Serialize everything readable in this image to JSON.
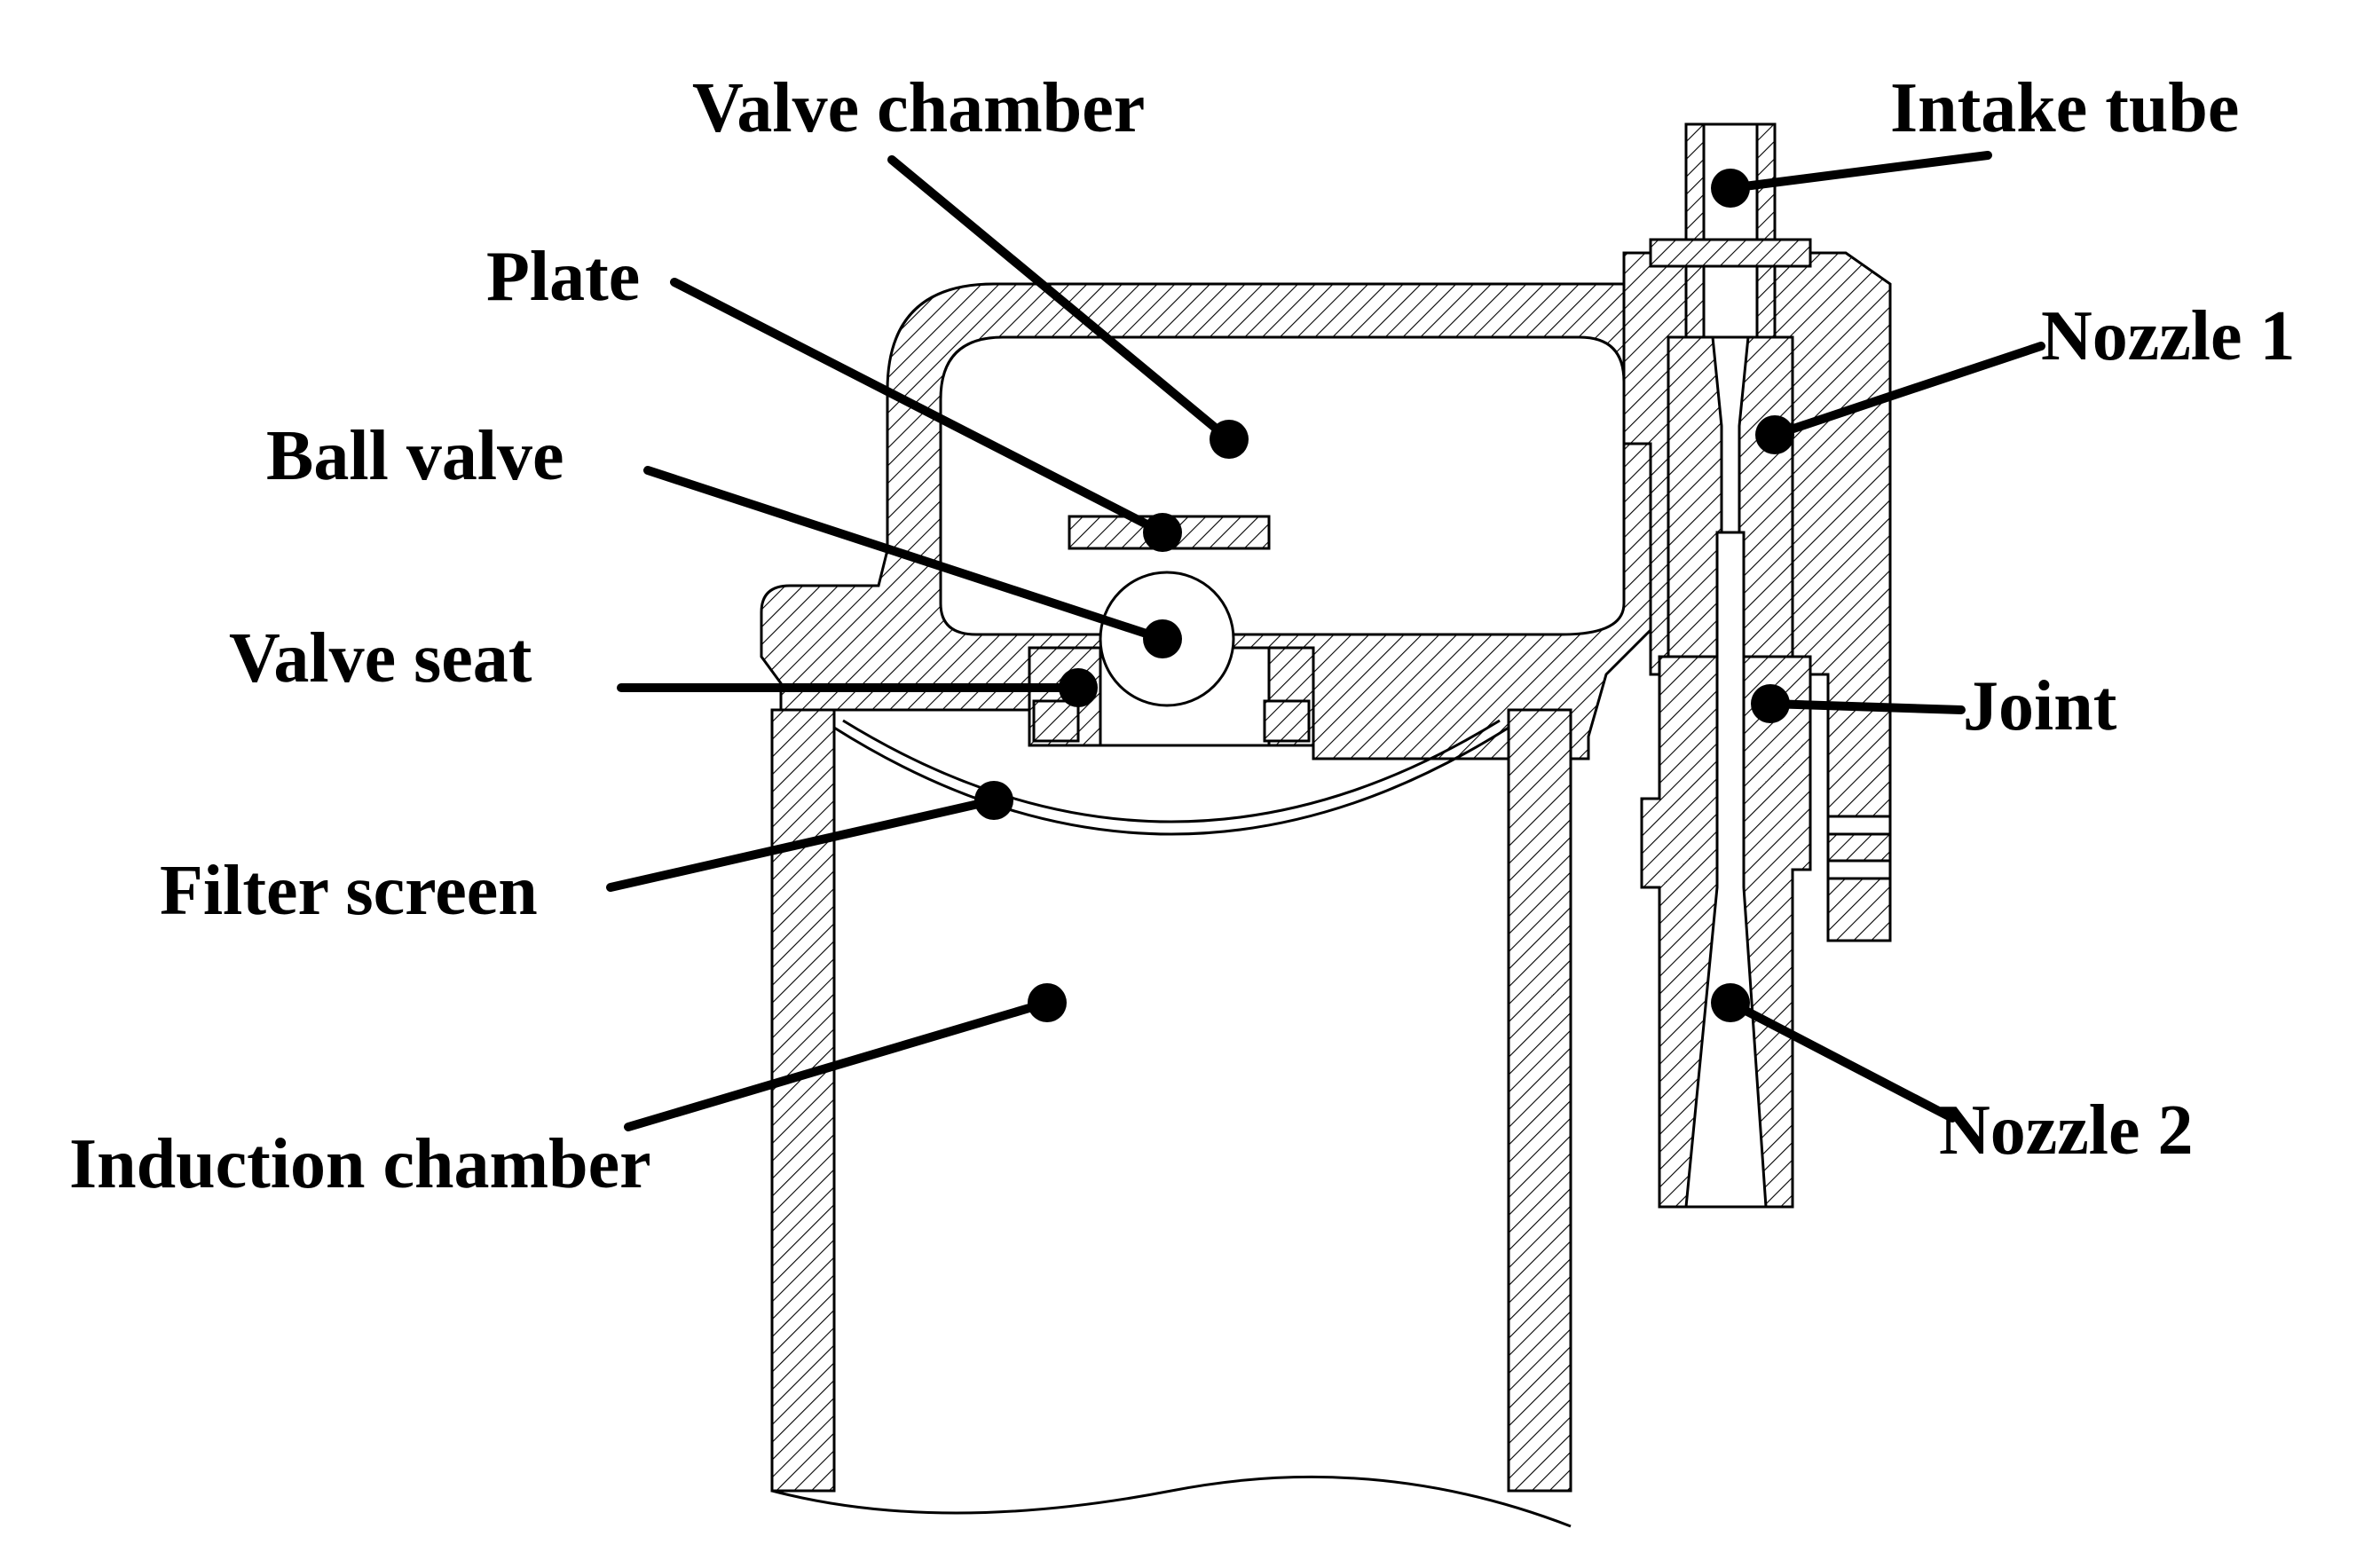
{
  "labels": {
    "valve_chamber": "Valve chamber",
    "plate": "Plate",
    "ball_valve": "Ball valve",
    "valve_seat": "Valve seat",
    "filter_screen": "Filter screen",
    "induction_chamber": "Induction chamber",
    "intake_tube": "Intake tube",
    "nozzle_1": "Nozzle 1",
    "joint": "Joint",
    "nozzle_2": "Nozzle 2"
  },
  "colors": {
    "line": "#000000",
    "background": "#ffffff"
  }
}
